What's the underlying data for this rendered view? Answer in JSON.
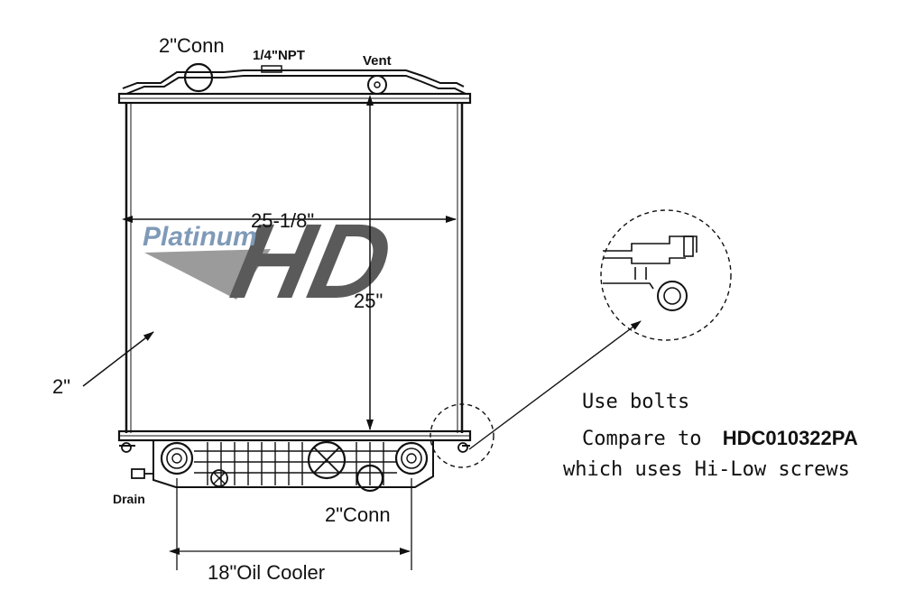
{
  "labels": {
    "top_conn": "2\"Conn",
    "npt": "1/4\"NPT",
    "vent": "Vent",
    "width_dim": "25-1/8\"",
    "height_dim": "25\"",
    "core_depth": "2\"",
    "drain": "Drain",
    "bottom_conn": "2\"Conn",
    "oil_cooler": "18\"Oil Cooler"
  },
  "logo": {
    "word": "Platinum",
    "mark": "HD",
    "word_color": "#7f9ab8",
    "mark_color": "#5a5a5a"
  },
  "note": {
    "line1": "Use bolts",
    "line2_prefix": "Compare to ",
    "part_number": "HDC010322PA",
    "line3": "which uses Hi-Low screws"
  }
}
